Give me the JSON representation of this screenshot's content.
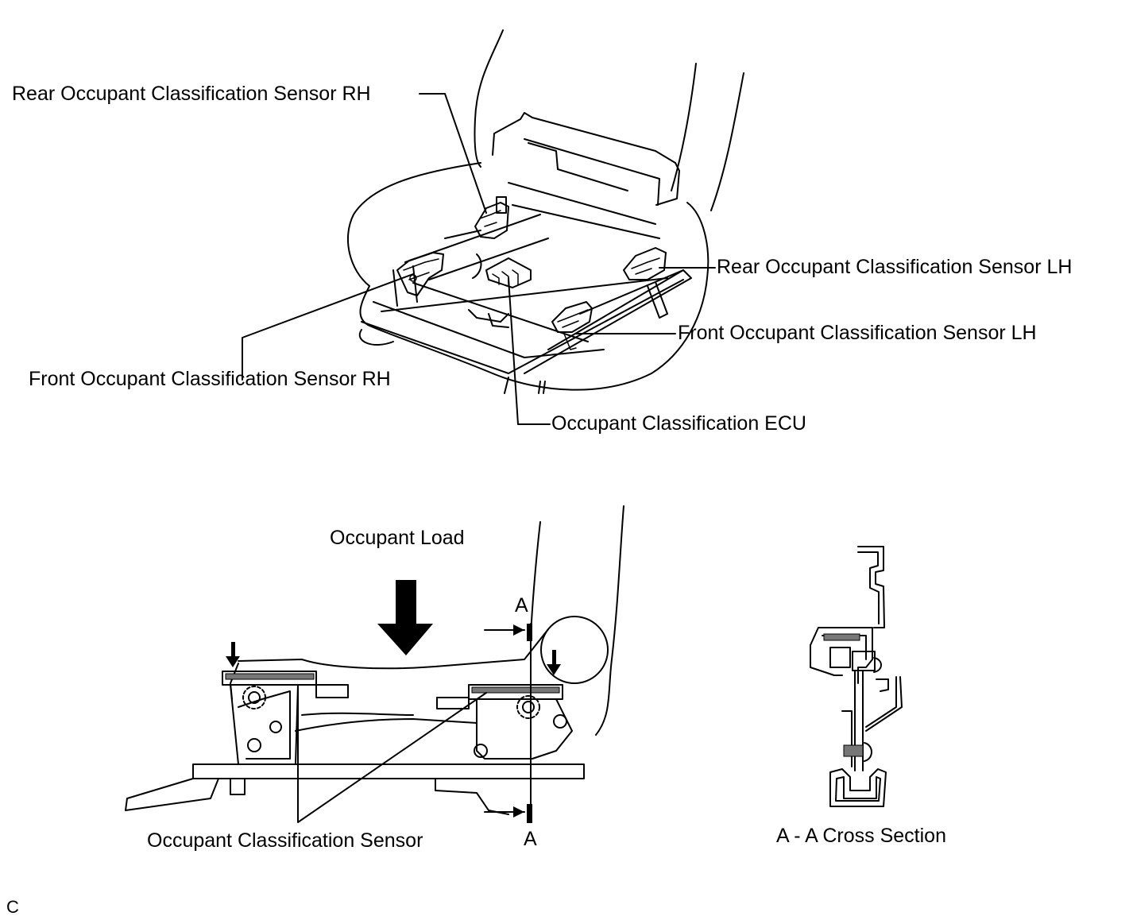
{
  "labels": {
    "rear_rh": "Rear Occupant Classification Sensor RH",
    "rear_lh": "Rear Occupant Classification Sensor LH",
    "front_lh": "Front Occupant Classification Sensor LH",
    "front_rh": "Front Occupant Classification Sensor RH",
    "ecu": "Occupant Classification ECU",
    "load": "Occupant Load",
    "section_top": "A",
    "section_bottom": "A",
    "sensor": "Occupant Classification Sensor",
    "cross_section": "A - A Cross Section",
    "figure_code": "C"
  }
}
